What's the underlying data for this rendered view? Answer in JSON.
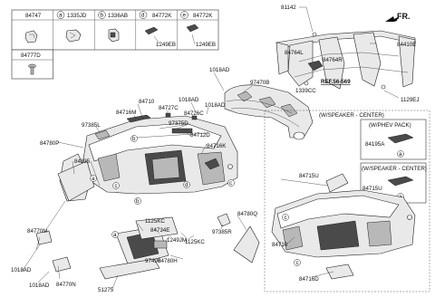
{
  "header": {
    "fr_label": "FR."
  },
  "legend": {
    "cells": [
      {
        "letter": "",
        "code": "84747"
      },
      {
        "letter": "a",
        "code": "1335JD"
      },
      {
        "letter": "b",
        "code": "1336AB"
      },
      {
        "letter": "d",
        "code": "84772K",
        "sub": "1249EB"
      },
      {
        "letter": "e",
        "code": "84772K",
        "sub": "1249EB"
      }
    ],
    "bottom_code": "84777D"
  },
  "labels": {
    "p81142": "81142",
    "p84410E": "84410E",
    "p84764L": "84764L",
    "p84764R": "84764R",
    "ref": "REF.56-569",
    "p1339CC": "1339CC",
    "p1129EJ": "1129EJ",
    "p1018AD_a": "1018AD",
    "p97470B": "97470B",
    "p84710_a": "84710",
    "p1018AD_b": "1018AD",
    "p84716M": "84716M",
    "p84727C": "84727C",
    "p84726C": "84726C",
    "p1018AD_c": "1018AD",
    "p97385L": "97385L",
    "p97375D": "97375D",
    "p84780P": "84780P",
    "p84712D": "84712D",
    "p84835": "84835",
    "p84716K": "84716K",
    "p84770M": "84770M",
    "p1125KC_a": "1125KC",
    "p84734E": "84734E",
    "p1249JM": "1249JM",
    "p97385R": "97385R",
    "p1125KC_b": "1125KC",
    "p84780Q": "84780Q",
    "p97490": "97490",
    "p84780H": "84780H",
    "p1018AD_d": "1018AD",
    "p1018AD_e": "1018AD",
    "p84770N": "84770N",
    "p51275": "51275",
    "p84715U_a": "84715U",
    "p84710_b": "84710",
    "p84716D": "84716D"
  },
  "option_panel": {
    "title": "(W/SPEAKER - CENTER)",
    "sub1": "(W/PHEV PACK)",
    "sub1_code": "84195A",
    "sub2": "(W/SPEAKER - CENTER)",
    "sub2_code": "84715U"
  }
}
